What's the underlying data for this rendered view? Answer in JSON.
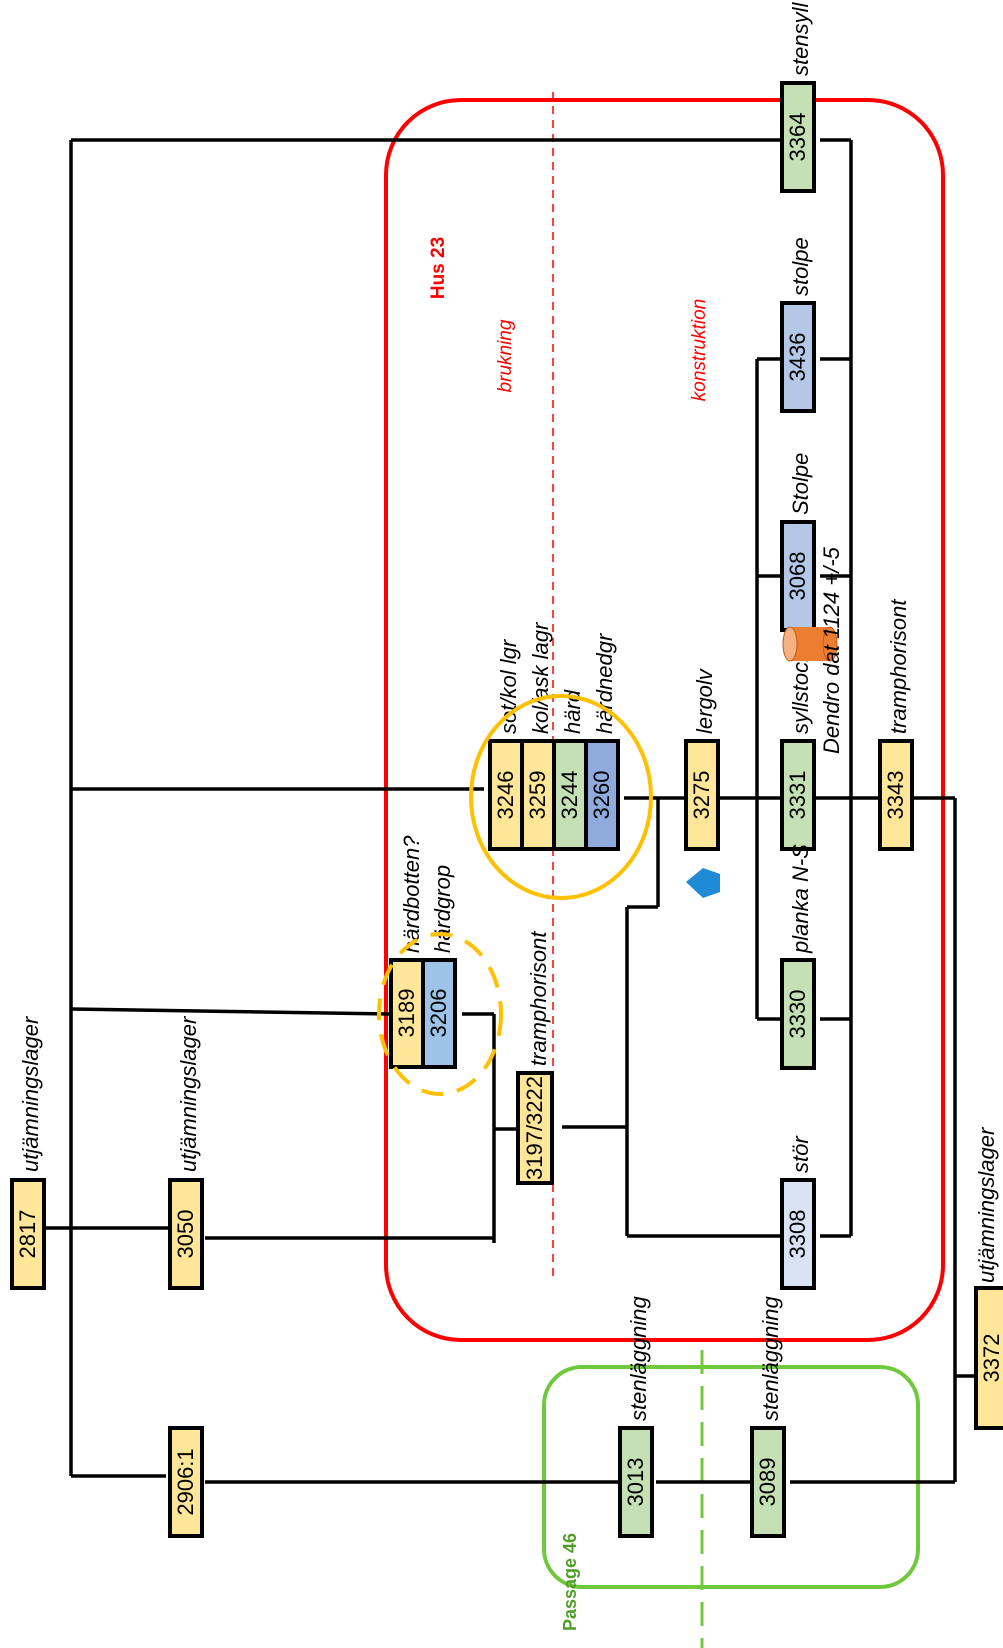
{
  "colors": {
    "yellow": "#ffe699",
    "green": "#c5e0b4",
    "blue_light": "#b4c7e7",
    "blue_pale": "#dae3f3",
    "blue_mid": "#9dc3e6",
    "blue_dark": "#8faadc",
    "house_outline": "#ff0000",
    "passage_outline": "#70c83c",
    "hearth_circle": "#ffc000",
    "dendro_marker": "#ed7d31",
    "find_marker": "#2e75b6"
  },
  "groups": {
    "house": {
      "label": "Hus 23",
      "divider_top": "brukning",
      "divider_bottom": "konstruktion"
    },
    "passage": {
      "label": "Passage 46"
    }
  },
  "contexts": [
    {
      "id": "2817",
      "desc": "utjämningslager",
      "fill": "yellow"
    },
    {
      "id": "3050",
      "desc": "utjämningslager",
      "fill": "yellow"
    },
    {
      "id": "2906:1",
      "desc": "",
      "fill": "yellow"
    },
    {
      "id": "3189",
      "desc": "härdbotten?",
      "fill": "yellow"
    },
    {
      "id": "3206",
      "desc": "härdgrop",
      "fill": "blue_mid"
    },
    {
      "id": "3197/3222",
      "desc": "tramphorisont",
      "fill": "yellow"
    },
    {
      "id": "3246",
      "desc": "sot/kol lgr",
      "fill": "yellow"
    },
    {
      "id": "3259",
      "desc": "kol/ask lagr",
      "fill": "yellow"
    },
    {
      "id": "3244",
      "desc": "härd",
      "fill": "green"
    },
    {
      "id": "3260",
      "desc": "härdnedgr",
      "fill": "blue_dark"
    },
    {
      "id": "3275",
      "desc": "lergolv",
      "fill": "yellow"
    },
    {
      "id": "3364",
      "desc": "stensyll",
      "fill": "green"
    },
    {
      "id": "3436",
      "desc": "stolpe",
      "fill": "blue_light"
    },
    {
      "id": "3068",
      "desc": "Stolpe",
      "fill": "blue_light"
    },
    {
      "id": "3331",
      "desc": "syllstock",
      "fill": "green"
    },
    {
      "id": "3330",
      "desc": "planka N-S",
      "fill": "green"
    },
    {
      "id": "3308",
      "desc": "stör",
      "fill": "blue_pale"
    },
    {
      "id": "3343",
      "desc": "tramphorisont",
      "fill": "yellow"
    },
    {
      "id": "3372",
      "desc": "utjämningslager",
      "fill": "yellow"
    },
    {
      "id": "3013",
      "desc": "stenläggning",
      "fill": "green"
    },
    {
      "id": "3089",
      "desc": "stenläggning",
      "fill": "green"
    }
  ],
  "dendro": {
    "text": "Dendro dat 1124 +/-5"
  }
}
